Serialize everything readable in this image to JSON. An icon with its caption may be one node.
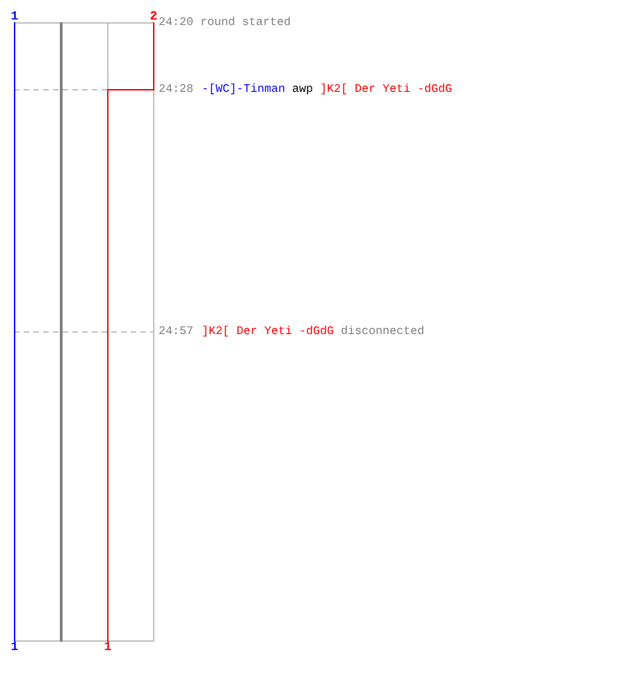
{
  "diagram": {
    "labels": [
      "1",
      "2",
      "24:20",
      "round started",
      "24:28",
      "-[WC]-Tinman",
      "awp",
      "]K2[ Der Yeti -dGdG",
      "24:57",
      "]K2[ Der Yeti -dGdG",
      "disconnected",
      "1",
      "1"
    ]
  }
}
